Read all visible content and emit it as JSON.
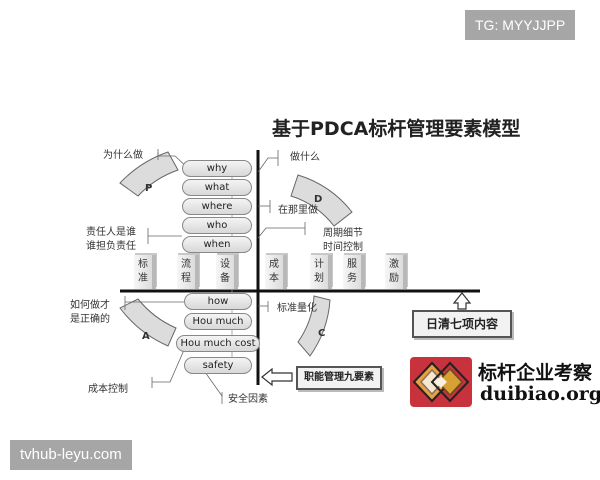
{
  "watermarks": {
    "top_right": "TG: MYYJJPP",
    "bottom_left": "tvhub-leyu.com"
  },
  "diagram": {
    "title": "基于PDCA标杆管理要素模型",
    "quadrants": {
      "P": "P",
      "D": "D",
      "C": "C",
      "A": "A"
    },
    "upper_pills": [
      "why",
      "what",
      "where",
      "who",
      "when"
    ],
    "lower_pills": [
      "how",
      "Hou much",
      "Hou much cost",
      "safety"
    ],
    "left_labels": {
      "why_label": "为什么做",
      "who_label_line1": "责任人是谁",
      "who_label_line2": "谁担负责任",
      "how_label_line1": "如何做才",
      "how_label_line2": "是正确的",
      "cost_label": "成本控制",
      "safety_label": "安全因素"
    },
    "right_labels": {
      "what_label": "做什么",
      "where_label": "在那里做",
      "when_label_line1": "周期细节",
      "when_label_line2": "时间控制",
      "quantify_label": "标准量化"
    },
    "cubes": [
      {
        "top": "标",
        "bottom": "准"
      },
      {
        "top": "流",
        "bottom": "程"
      },
      {
        "top": "设",
        "bottom": "备"
      },
      {
        "top": "成",
        "bottom": "本"
      },
      {
        "top": "计",
        "bottom": "划"
      },
      {
        "top": "服",
        "bottom": "务"
      },
      {
        "top": "激",
        "bottom": "励"
      }
    ],
    "daily_box": "日清七项内容",
    "nine_elements_box": "职能管理九要素"
  },
  "logo": {
    "name": "标杆企业考察",
    "url_text": "duibiao.org",
    "bg_color": "#c8323c"
  }
}
